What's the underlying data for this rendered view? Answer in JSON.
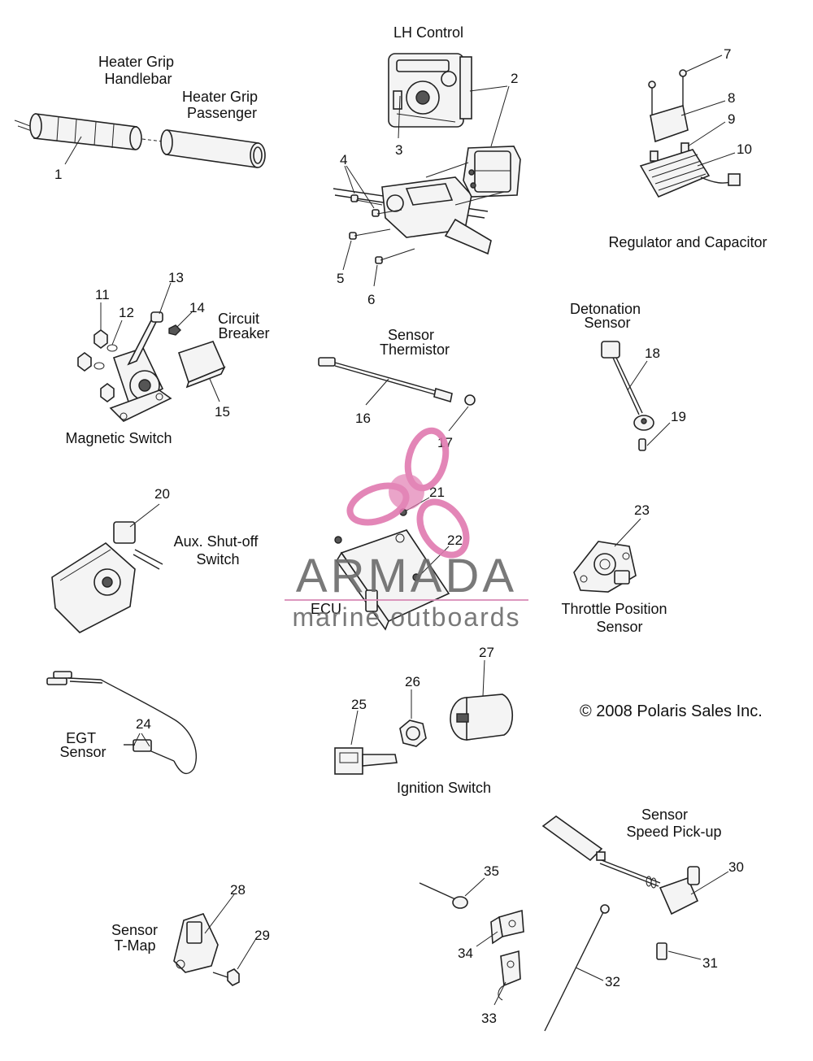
{
  "groups": {
    "heater_grip_handlebar": [
      "Heater Grip",
      "Handlebar"
    ],
    "heater_grip_passenger": [
      "Heater Grip",
      "Passenger"
    ],
    "lh_control": [
      "LH Control"
    ],
    "regulator_capacitor": [
      "Regulator and Capacitor"
    ],
    "circuit_breaker": [
      "Circuit",
      "Breaker"
    ],
    "magnetic_switch": [
      "Magnetic Switch"
    ],
    "sensor_thermistor": [
      "Sensor",
      "Thermistor"
    ],
    "detonation_sensor": [
      "Detonation",
      "Sensor"
    ],
    "aux_shutoff_switch": [
      "Aux. Shut-off",
      "Switch"
    ],
    "ecu": [
      "ECU"
    ],
    "throttle_position_sensor": [
      "Throttle Position",
      "Sensor"
    ],
    "egt_sensor": [
      "EGT",
      "Sensor"
    ],
    "ignition_switch": [
      "Ignition Switch"
    ],
    "sensor_speed_pickup": [
      "Sensor",
      "Speed Pick-up"
    ],
    "sensor_tmap": [
      "Sensor",
      "T-Map"
    ]
  },
  "copyright": "© 2008 Polaris Sales Inc.",
  "callouts": [
    "1",
    "2",
    "3",
    "4",
    "5",
    "6",
    "7",
    "8",
    "9",
    "10",
    "11",
    "12",
    "13",
    "14",
    "15",
    "16",
    "17",
    "18",
    "19",
    "20",
    "21",
    "22",
    "23",
    "24",
    "25",
    "26",
    "27",
    "28",
    "29",
    "30",
    "31",
    "32",
    "33",
    "34",
    "35"
  ],
  "watermark": {
    "brand": "ARMADA",
    "tagline": "marine outboards",
    "brand_color": "#6b6b6b",
    "accent_color": "#e07ab0",
    "rule_color": "#d98cb7"
  }
}
